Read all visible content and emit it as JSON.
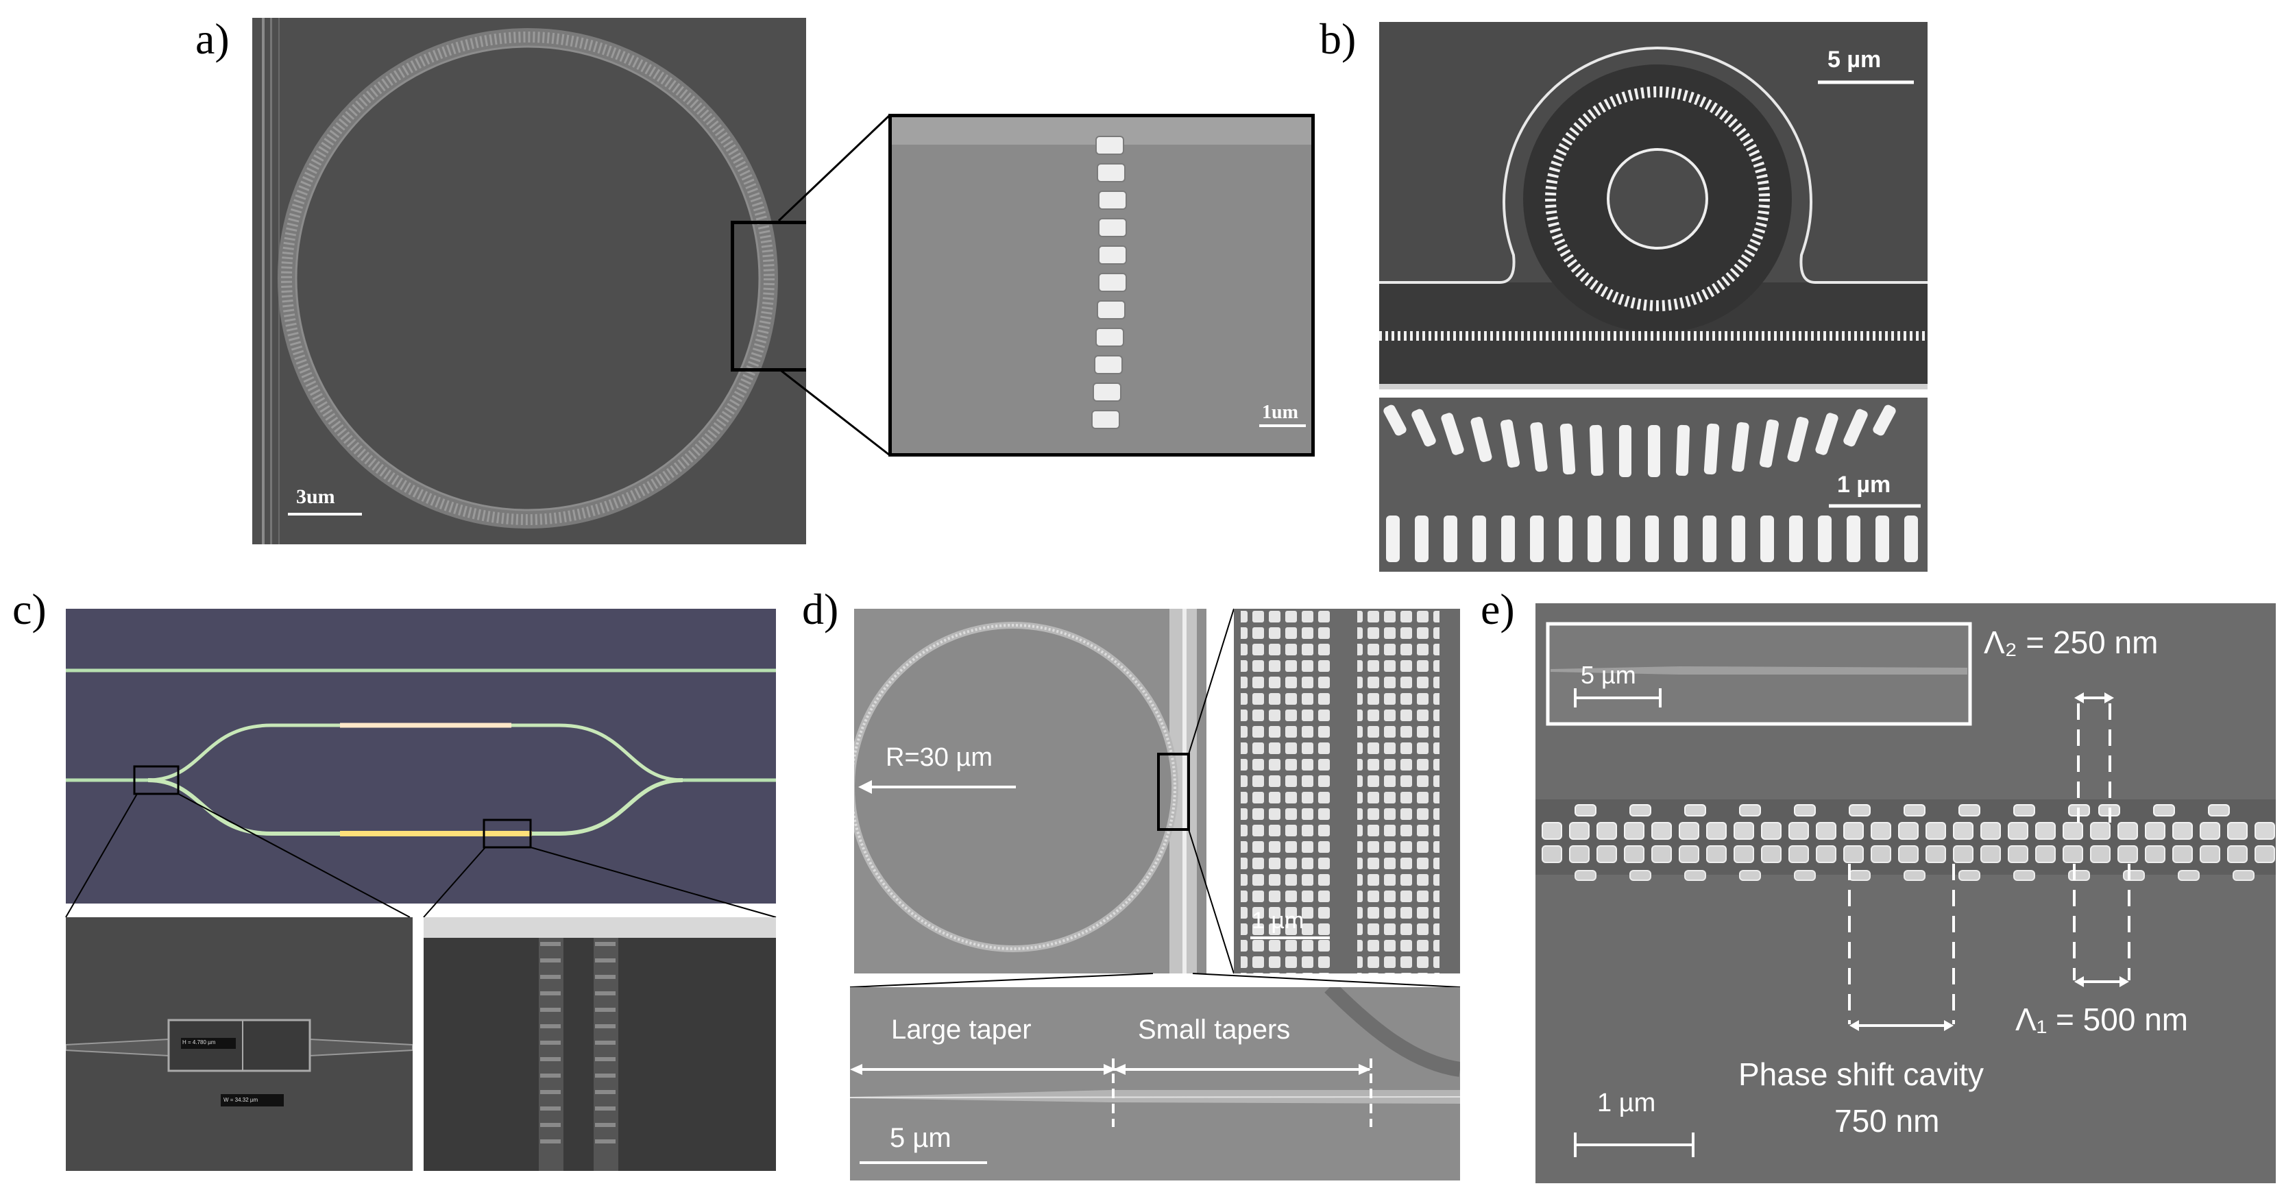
{
  "panels": {
    "a": {
      "letter": "a)",
      "scale_main": "3um",
      "scale_inset": "1um"
    },
    "b": {
      "letter": "b)",
      "scale_top": "5 µm",
      "scale_bottom": "1 µm"
    },
    "c": {
      "letter": "c)",
      "tag1": "H = 4.780 µm",
      "tag2": "W = 34.32 µm"
    },
    "d": {
      "letter": "d)",
      "radius": "R=30 µm",
      "scale_inset": "1 µm",
      "large_taper": "Large taper",
      "small_tapers": "Small tapers",
      "scale_bottom": "5 µm"
    },
    "e": {
      "letter": "e)",
      "inset_scale": "5 µm",
      "lambda2": "Λ₂ = 250 nm",
      "lambda1": "Λ₁ = 500 nm",
      "cavity_line1": "Phase shift cavity",
      "cavity_line2": "750 nm",
      "scale": "1 µm"
    }
  },
  "colors": {
    "sem_dark": "#4a4a4a",
    "sem_mid": "#6e6e6e",
    "bright": "#f2f2f2",
    "optical_bg": "#4b4a62"
  }
}
